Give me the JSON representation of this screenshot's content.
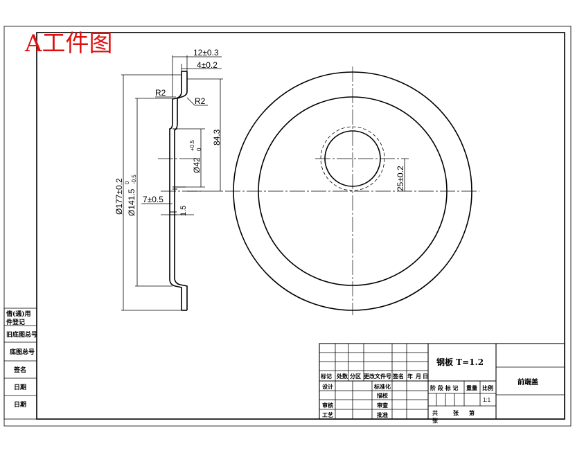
{
  "drawing": {
    "stamp": "A工件图",
    "material": "钢板  T=1.2",
    "part_name": "前端盖",
    "scale_value": "1:1"
  },
  "dimensions": {
    "width_total": "12±0.3",
    "width_step": "4±0.2",
    "radius_outer": "R2",
    "radius_inner": "R2",
    "outer_diameter": "Ø177±0.2",
    "mid_diameter_base": "Ø141.5",
    "mid_diameter_tol_upper": "0",
    "mid_diameter_tol_lower": "-0.5",
    "hole_diameter_base": "Ø42",
    "hole_diameter_tol_upper": "+0.5",
    "hole_diameter_tol_lower": "0",
    "depth": "84.3",
    "offset": "7±0.5",
    "gap": "1.5",
    "hole_radius": "25±0.2"
  },
  "side_panel": [
    "借(通)用",
    "件登记",
    "旧底图总号",
    "底图总号",
    "签名",
    "日期",
    "日期"
  ],
  "title_block": {
    "row_header": [
      "标记",
      "处数",
      "分区",
      "更改文件号",
      "签名",
      "年",
      "月",
      "日"
    ],
    "design": "设计",
    "standardization": "标准化",
    "drawing_check": "描校",
    "review": "审核",
    "process": "工艺",
    "inspection": "审查",
    "approval": "批准",
    "stage_mark": "阶 段 标 记",
    "weight": "重量",
    "scale": "比例",
    "total_sheets": "共",
    "sheet": "张",
    "sheet_no": "第",
    "sheet_label": "张"
  }
}
